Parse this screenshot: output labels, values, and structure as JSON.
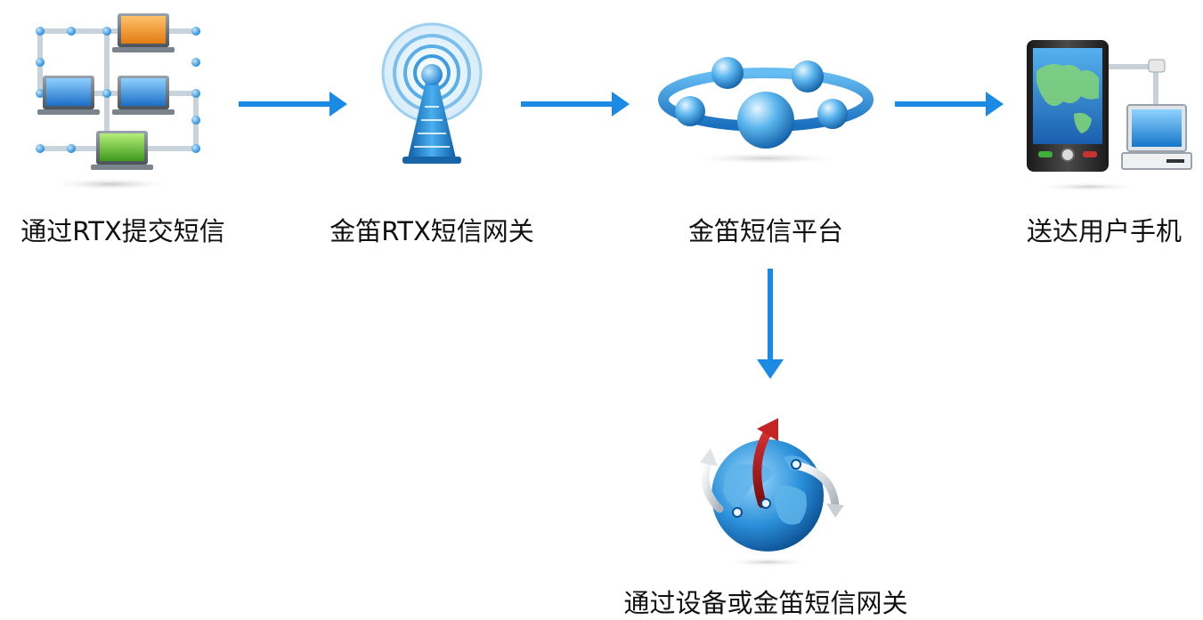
{
  "nodes": {
    "rtx_submit": {
      "label": "通过RTX提交短信",
      "icon": "networked-computers-icon"
    },
    "rtx_gateway": {
      "label": "金笛RTX短信网关",
      "icon": "signal-tower-icon"
    },
    "sms_platform": {
      "label": "金笛短信平台",
      "icon": "orbit-network-icon"
    },
    "user_phone": {
      "label": "送达用户手机",
      "icon": "phone-and-monitor-icon"
    },
    "device_gateway": {
      "label": "通过设备或金笛短信网关",
      "icon": "globe-network-icon"
    }
  },
  "colors": {
    "arrow": "#1a8ae4",
    "icon_blue": "#2a8fd8",
    "icon_light_blue": "#7cc3ef",
    "arrow_red": "#b01818"
  }
}
